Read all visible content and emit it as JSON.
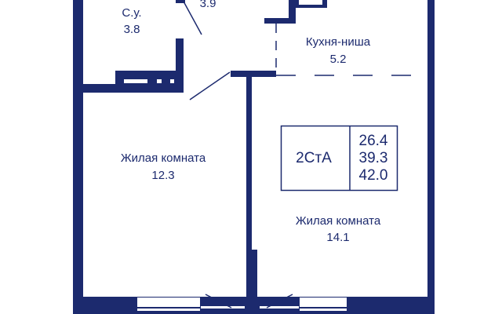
{
  "colors": {
    "wall": "#1c2a6e",
    "background": "#ffffff"
  },
  "rooms": [
    {
      "name": "С.у.",
      "area": "3.8"
    },
    {
      "name": "",
      "area": "3.9"
    },
    {
      "name": "Кухня-ниша",
      "area": "5.2"
    },
    {
      "name": "Жилая комната",
      "area": "12.3"
    },
    {
      "name": "Жилая комната",
      "area": "14.1"
    }
  ],
  "info": {
    "type": "2СтА",
    "areas": [
      "26.4",
      "39.3",
      "42.0"
    ]
  }
}
